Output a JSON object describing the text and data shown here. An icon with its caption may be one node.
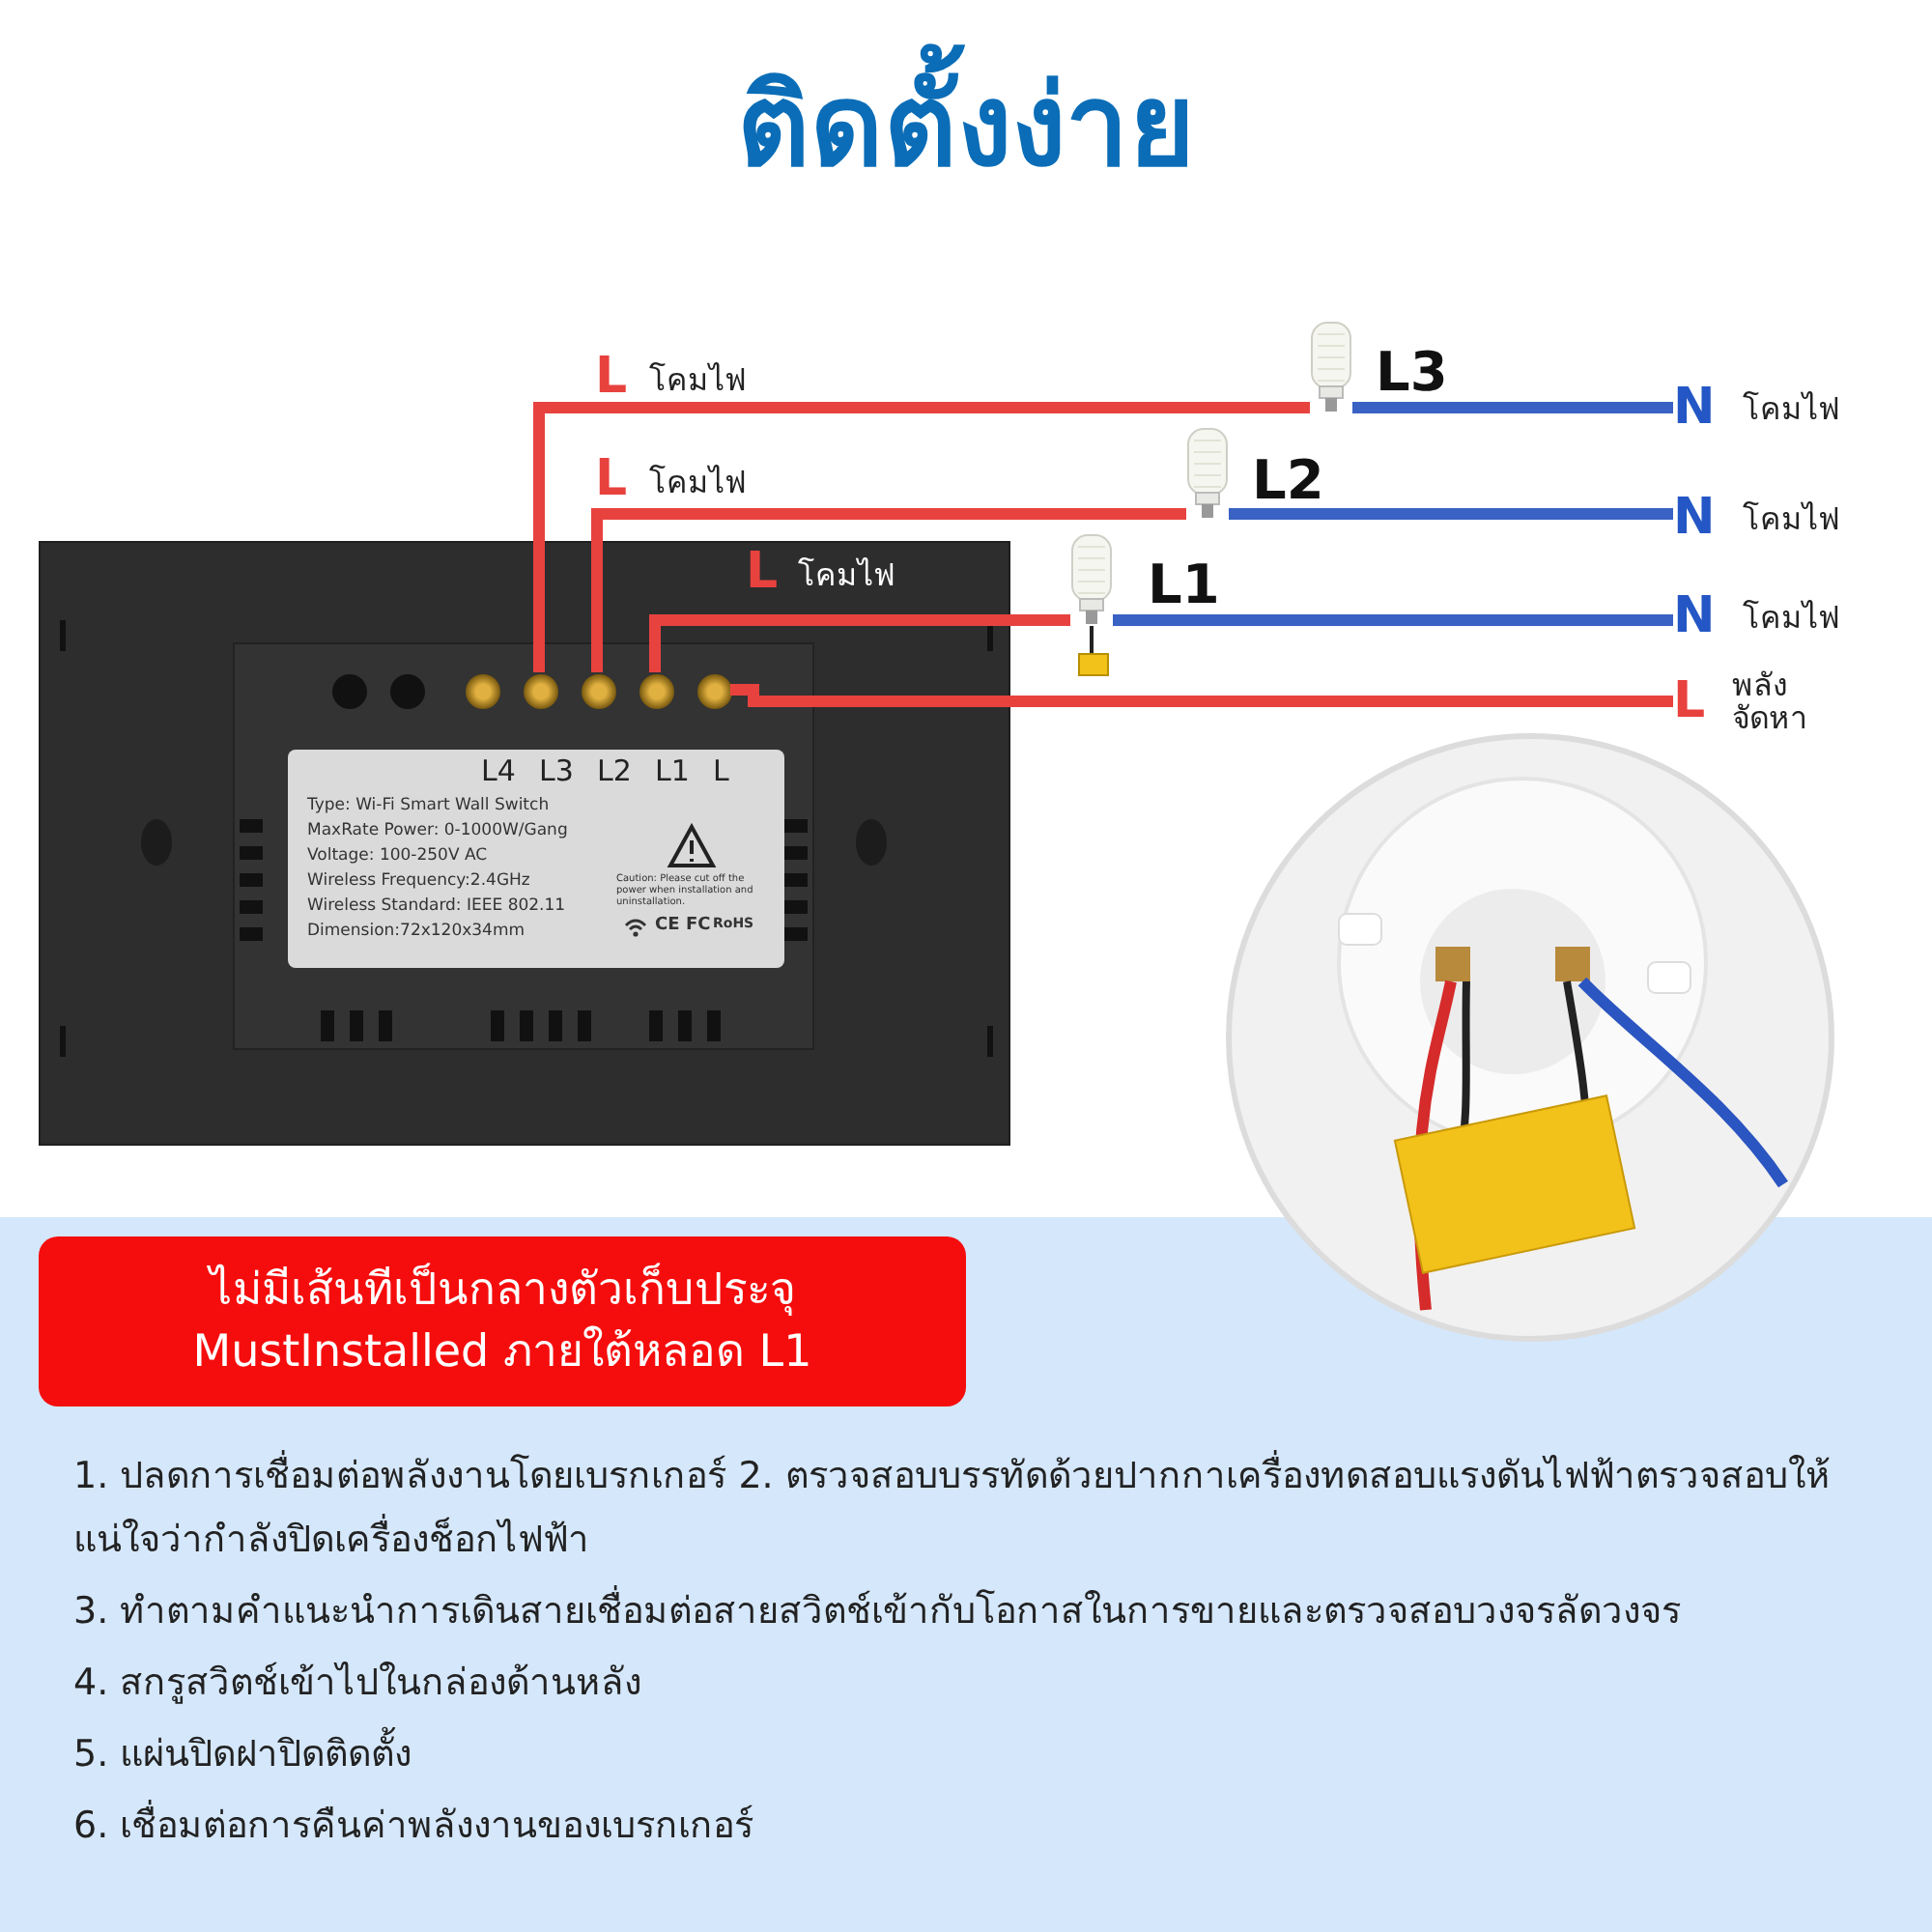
{
  "diagram": {
    "title": "ติดตั้งง่าย",
    "nodes": [
      {
        "text": [],
        "shape": "picture"
      },
      {
        "text": [
          "L4",
          "L3",
          "L2",
          "L1",
          "L",
          "Type: Wi-Fi Smart Wall Switch",
          "MaxRate Power: 0-1000W/Gang",
          "Voltage: 100-250V AC",
          "Wireless Frequency:2.4GHz",
          "Wireless Standard: IEEE 802.11",
          "Dimension:72x120x34mm",
          "Caution: Please cut off the power when installation and uninstallation.",
          "CE",
          "FC",
          "RoHS"
        ],
        "in": 0
      },
      {
        "text": [],
        "shape": "circle",
        "in": 0
      },
      {
        "text": [],
        "shape": "circle",
        "in": 0
      },
      {
        "text": [],
        "shape": "circle",
        "in": 0
      },
      {
        "text": [],
        "shape": "circle",
        "in": 0
      },
      {
        "text": [],
        "shape": "circle",
        "in": 0
      },
      {
        "text": [],
        "shape": "picture",
        "beside": [
          "L3"
        ]
      },
      {
        "text": [],
        "shape": "picture",
        "beside": [
          "L2"
        ]
      },
      {
        "text": [],
        "shape": "picture",
        "beside": [
          "L1"
        ]
      },
      {
        "text": [
          "N",
          "โคมไฟ"
        ]
      },
      {
        "text": [
          "N",
          "โคมไฟ"
        ]
      },
      {
        "text": [
          "N",
          "โคมไฟ"
        ]
      },
      {
        "text": [
          "L",
          "พลังจัดหา"
        ]
      },
      {
        "text": [],
        "shape": "box"
      },
      {
        "text": [],
        "shape": "picture"
      },
      {
        "text": [
          "ไม่มีเส้นทีเป็นกลางตัวเก็บประจุ MustInstalled ภายใต้หลอด L1"
        ]
      }
    ],
    "edges": [
      {
        "from": 3,
        "to": 7,
        "arrow": "none"
      },
      {
        "from": 4,
        "to": 8,
        "arrow": "none"
      },
      {
        "from": 5,
        "to": 9,
        "arrow": "none"
      },
      {
        "from": 7,
        "to": 10,
        "arrow": "none",
        "color": "#3a62c4"
      },
      {
        "from": 8,
        "to": 11,
        "arrow": "none",
        "color": "#3a62c4"
      },
      {
        "from": 9,
        "to": 12,
        "arrow": "none",
        "color": "#3a62c4"
      },
      {
        "from": 6,
        "to": 13,
        "arrow": "none"
      },
      {
        "from": 9,
        "to": 14,
        "arrow": "none",
        "color": "#222222"
      }
    ],
    "labels": [
      "L",
      "โคมไฟ",
      "L",
      "โคมไฟ",
      "L",
      "โคมไฟ",
      "1. ปลดการเชื่อมต่อพลังงานโดยเบรกเกอร์ 2. ตรวจสอบบรรทัดด้วยปากกาเครื่องทดสอบแรงดันไฟฟ้าตรวจสอบให้แน่ใจว่ากำลังปิดเครื่องช็อกไฟฟ้า",
      "3. ทำตามคำแนะนำการเดินสายเชื่อมต่อสายสวิตช์เข้ากับโอกาสในการขายและตรวจสอบวงจรลัดวงจร",
      "4. สกรูสวิตช์เข้าไปในกล่องด้านหลัง",
      "5. แผ่นปิดฝาปิดติดตั้ง",
      "6. เชื่อมต่อการคืนค่าพลังงานของเบรกเกอร์"
    ]
  }
}
